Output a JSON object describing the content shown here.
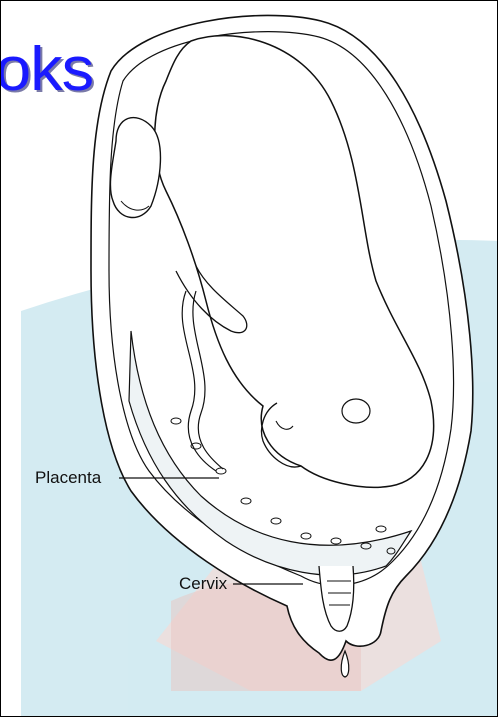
{
  "watermark": {
    "text": "oks",
    "colors": {
      "panel": "#cfe9f1",
      "book": "#f3d7d3",
      "text": "#1a1aff"
    }
  },
  "labels": {
    "placenta": "Placenta",
    "cervix": "Cervix"
  },
  "illustration": {
    "subject": "fetus-in-uterus",
    "line_color": "#111111"
  }
}
